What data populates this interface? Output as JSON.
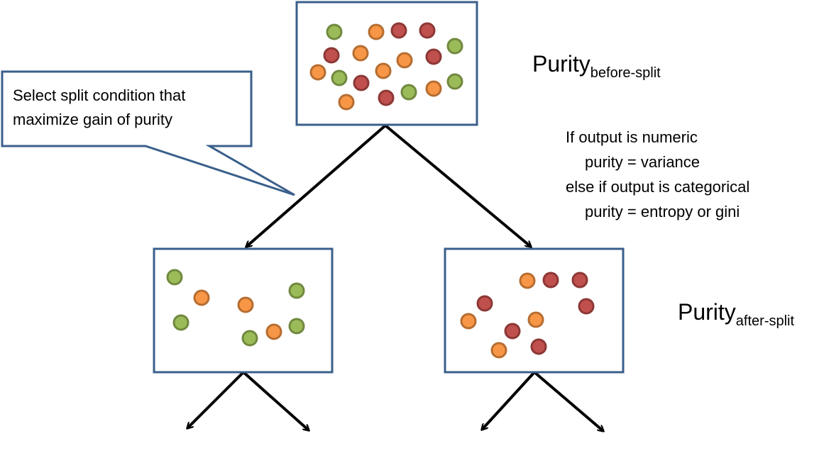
{
  "colors": {
    "box_border": "#3A5F8B",
    "green_fill": "#9BBB59",
    "green_stroke": "#71893F",
    "orange_fill": "#F79646",
    "orange_stroke": "#B66D31",
    "red_fill": "#C0504D",
    "red_stroke": "#8C3836",
    "arrow": "#000000"
  },
  "callout": {
    "line1": "Select split condition that",
    "line2": "maximize gain of purity"
  },
  "purity_before": {
    "main": "Purity",
    "sub": "before-split"
  },
  "purity_after": {
    "main": "Purity",
    "sub": "after-split"
  },
  "conditions": [
    "If output is numeric",
    "purity = variance",
    "else if output is categorical",
    "purity = entropy or gini"
  ],
  "nodes": {
    "root": [
      "green",
      "orange",
      "red",
      "red",
      "green",
      "red",
      "orange",
      "orange",
      "red",
      "orange",
      "green",
      "red",
      "orange",
      "green",
      "orange",
      "red",
      "green",
      "orange"
    ],
    "left": [
      "green",
      "orange",
      "green",
      "orange",
      "green",
      "green",
      "orange",
      "green"
    ],
    "right": [
      "orange",
      "red",
      "red",
      "red",
      "red",
      "orange",
      "orange",
      "red",
      "orange",
      "red"
    ]
  }
}
